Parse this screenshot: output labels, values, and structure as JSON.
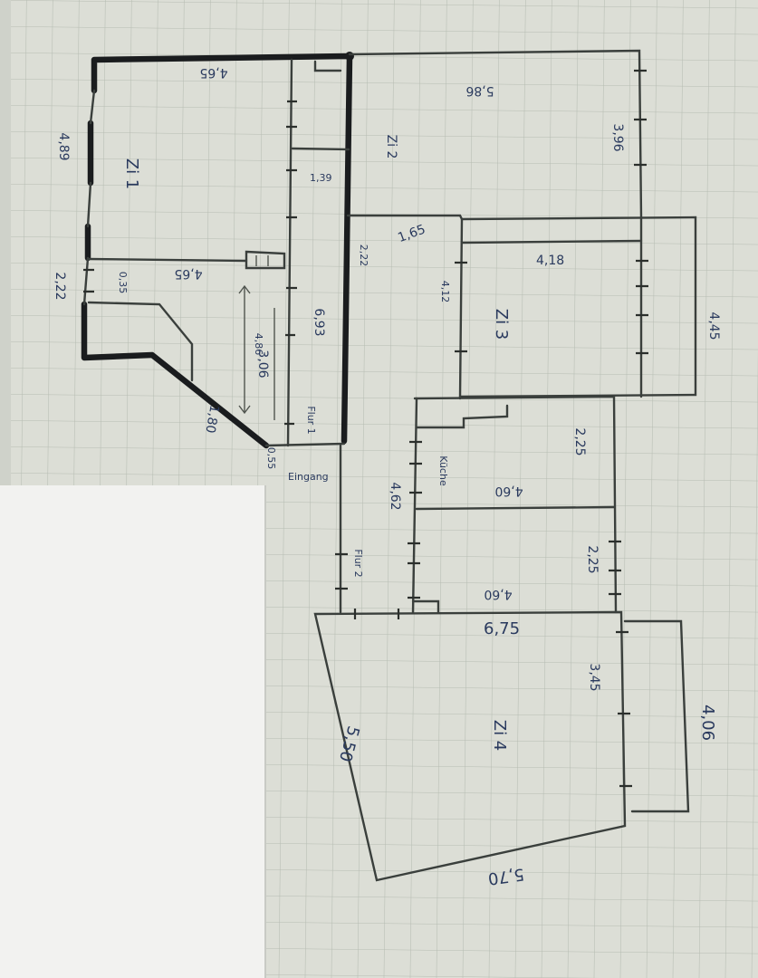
{
  "labels": {
    "top_width": "4,65",
    "left_wall": "4,89",
    "room1": "Zi 1",
    "room2": "Zi 2",
    "room3": "Zi 3",
    "room4": "Zi 4",
    "left_lower": "2,22",
    "small_035": "0,35",
    "mid_width": "4,65",
    "diag_left": "1,80",
    "bottom_small": "0,55",
    "height_486": "4,86",
    "width_306": "3,06",
    "hall_length": "6,93",
    "hall1": "Flur 1",
    "hall2": "Flur 2",
    "entrance": "Eingang",
    "v_139": "1,39",
    "v_222": "2,22",
    "top_right_width": "5,86",
    "right_396": "3,96",
    "w_165": "1,65",
    "w_418": "4,18",
    "h_412": "4,12",
    "right_445": "4,45",
    "kitchen": "Küche",
    "k_width": "4,60",
    "k_225": "2,25",
    "k_462": "4,62",
    "bath_width": "4,60",
    "bath_225": "2,25",
    "w_675": "6,75",
    "left_550": "5,50",
    "right_345": "3,45",
    "balcony": "4,06",
    "bottom_570": "5,70"
  },
  "colors": {
    "paper": "#d9dbd3",
    "grid": "#b9bfb6",
    "ink": "#2a3a5e",
    "white_sheet": "#f2f2f0"
  }
}
